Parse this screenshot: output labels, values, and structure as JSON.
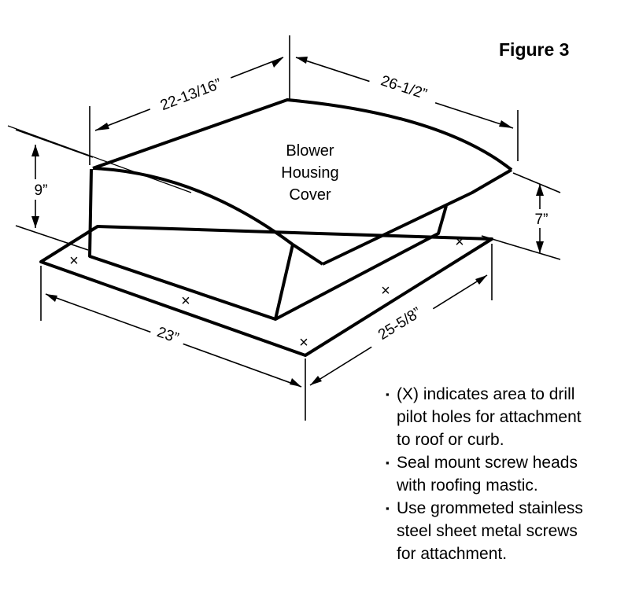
{
  "figure_title": "Figure 3",
  "cover_label": [
    "Blower",
    "Housing",
    "Cover"
  ],
  "dimensions": {
    "top_left_width": "22-13/16”",
    "top_right_depth": "26-1/2”",
    "left_height": "9”",
    "right_height": "7”",
    "base_width": "23”",
    "base_depth": "25-5/8”"
  },
  "drill_mark": "×",
  "notes": [
    [
      "(X) indicates area to drill",
      "pilot holes for attachment",
      "to roof or curb."
    ],
    [
      "Seal mount screw heads",
      "with roofing mastic."
    ],
    [
      "Use grommeted stainless",
      "steel sheet metal screws",
      "for attachment."
    ]
  ],
  "bullet_symbol": "▪"
}
